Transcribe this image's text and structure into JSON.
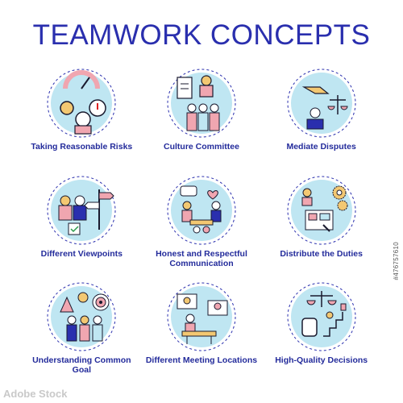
{
  "title": "TEAMWORK CONCEPTS",
  "colors": {
    "accent": "#2a2fae",
    "circle": "#bfe6f2",
    "dark": "#1a1a2e",
    "pink": "#f0a6b0",
    "yellow": "#f3c872"
  },
  "items": [
    {
      "label": "Taking Reasonable Risks",
      "icon": "risk-gauge-icon"
    },
    {
      "label": "Culture Committee",
      "icon": "committee-people-icon"
    },
    {
      "label": "Mediate Disputes",
      "icon": "scales-handshake-icon"
    },
    {
      "label": "Different Viewpoints",
      "icon": "signpost-choice-icon"
    },
    {
      "label": "Honest and Respectful Communication",
      "icon": "dialogue-heart-icon"
    },
    {
      "label": "Distribute the Duties",
      "icon": "gears-tasks-icon"
    },
    {
      "label": "Understanding Common Goal",
      "icon": "target-team-icon"
    },
    {
      "label": "Different Meeting Locations",
      "icon": "video-meeting-icon"
    },
    {
      "label": "High-Quality Decisions",
      "icon": "fist-scales-icon"
    }
  ],
  "watermark": "#476757610",
  "brand": "Adobe Stock"
}
